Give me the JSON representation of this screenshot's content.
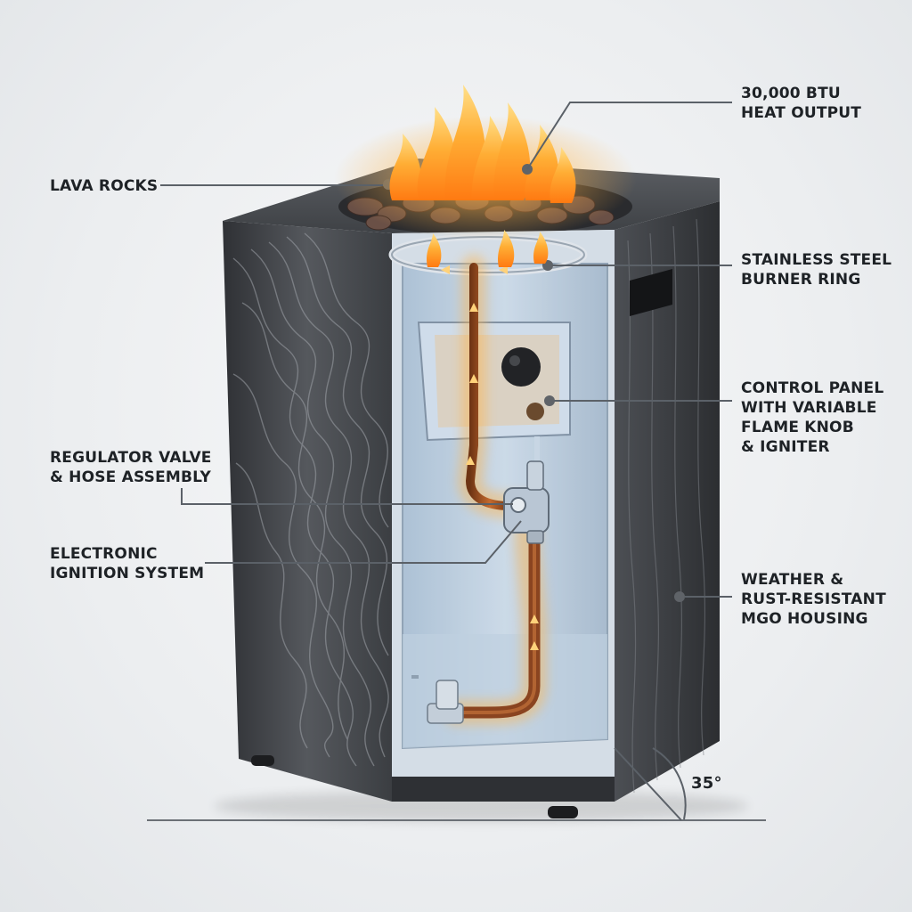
{
  "callouts": {
    "heat_output": "30,000 BTU\nHEAT OUTPUT",
    "lava_rocks": "LAVA ROCKS",
    "burner_ring": "STAINLESS STEEL\nBURNER RING",
    "control_panel": "CONTROL PANEL\nWITH VARIABLE\nFLAME KNOB\n& IGNITER",
    "regulator": "REGULATOR VALVE\n& HOSE ASSEMBLY",
    "ignition": "ELECTRONIC\nIGNITION SYSTEM",
    "housing": "WEATHER &\nRUST-RESISTANT\nMGO HOUSING"
  },
  "angle": "35°",
  "colors": {
    "background": "#eceef0",
    "housing_dark": "#3a3c40",
    "housing_light": "#6d7075",
    "cutaway_blue": "#b9cde0",
    "flame_orange": "#f28a1e",
    "pipe_copper": "#9a4f22",
    "leader_line": "#5b6168",
    "label_text": "#1e2226"
  }
}
